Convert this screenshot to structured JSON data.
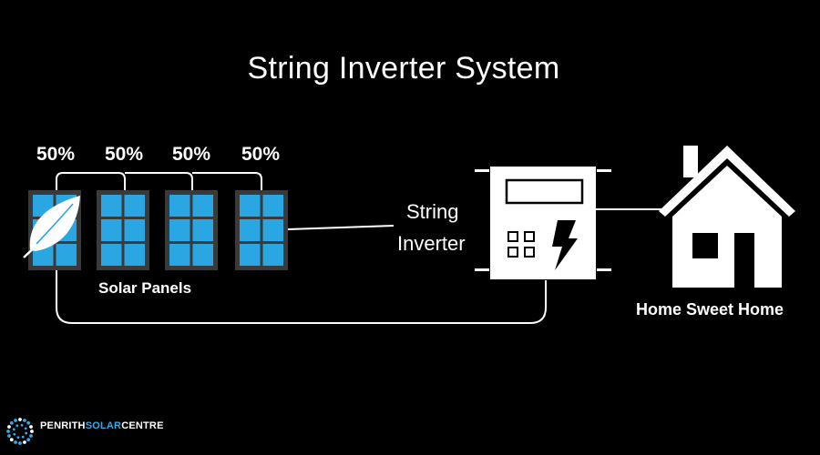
{
  "title": "String Inverter System",
  "panels": {
    "percentages": [
      "50%",
      "50%",
      "50%",
      "50%"
    ],
    "label": "Solar Panels",
    "cell_color": "#2aa7e2",
    "frame_color": "#3a3a3a"
  },
  "inverter": {
    "label_line1": "String",
    "label_line2": "Inverter"
  },
  "home": {
    "label": "Home Sweet Home"
  },
  "logo": {
    "name_part1": "PENRITH",
    "name_part2": "SOLAR",
    "name_part3": "CENTRE",
    "accent_color": "#35a9e8"
  },
  "icons": [
    "leaf-icon",
    "lightning-bolt-icon",
    "house-icon",
    "logo-mark-icon"
  ]
}
